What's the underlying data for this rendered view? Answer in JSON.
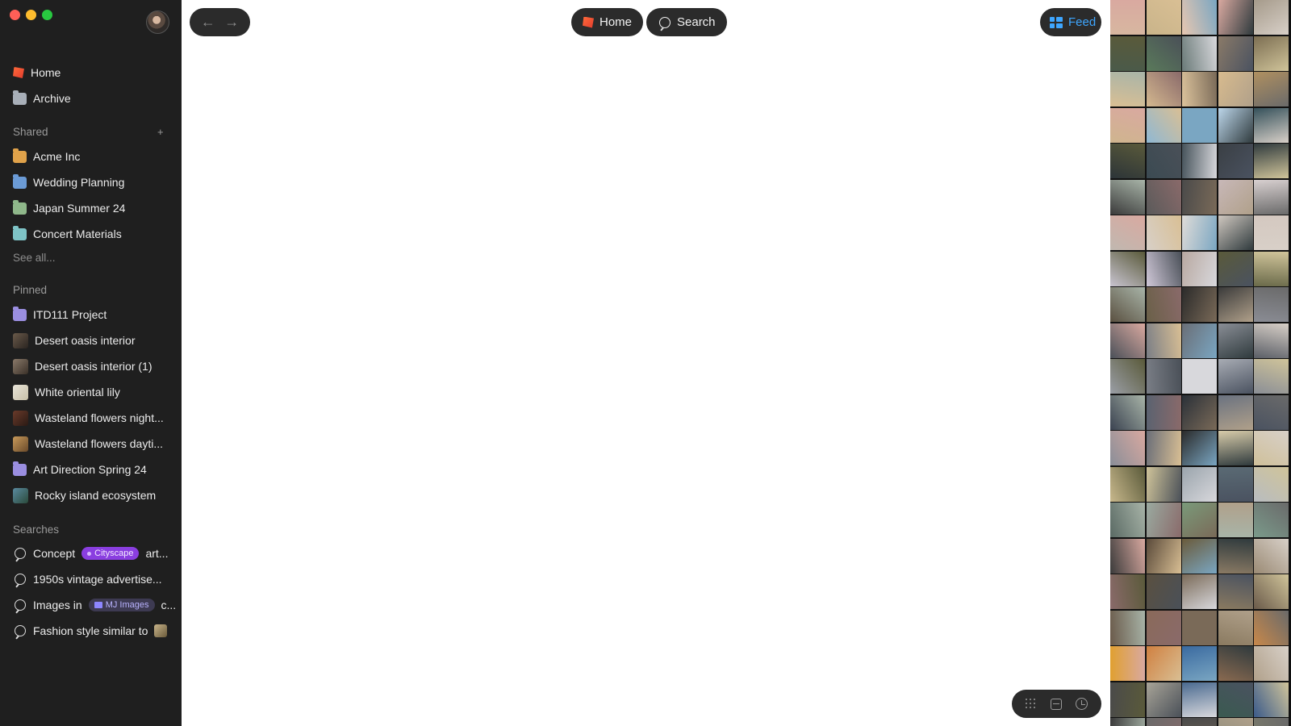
{
  "sidebar": {
    "nav": [
      {
        "label": "Home",
        "icon": "home-icon"
      },
      {
        "label": "Archive",
        "icon": "archive-folder-icon"
      }
    ],
    "shared": {
      "title": "Shared",
      "add_label": "+",
      "items": [
        {
          "label": "Acme Inc",
          "color": "#e0a24a"
        },
        {
          "label": "Wedding Planning",
          "color": "#6b9bd6"
        },
        {
          "label": "Japan Summer 24",
          "color": "#8fb78a"
        },
        {
          "label": "Concert Materials",
          "color": "#7ec3c6"
        }
      ],
      "see_all": "See all..."
    },
    "pinned": {
      "title": "Pinned",
      "items": [
        {
          "label": "ITD111 Project",
          "kind": "folder"
        },
        {
          "label": "Desert oasis interior",
          "kind": "image"
        },
        {
          "label": "Desert oasis interior (1)",
          "kind": "image"
        },
        {
          "label": "White oriental lily",
          "kind": "image"
        },
        {
          "label": "Wasteland flowers night...",
          "kind": "image"
        },
        {
          "label": "Wasteland flowers dayti...",
          "kind": "image"
        },
        {
          "label": "Art Direction Spring 24",
          "kind": "folder"
        },
        {
          "label": "Rocky island ecosystem",
          "kind": "image"
        }
      ]
    },
    "searches": {
      "title": "Searches",
      "items": [
        {
          "prefix": "Concept",
          "tag": "Cityscape",
          "suffix": "art..."
        },
        {
          "prefix": "1950s vintage advertise...",
          "tag": "",
          "suffix": ""
        },
        {
          "prefix": "Images in",
          "tag": "MJ Images",
          "suffix": "c..."
        },
        {
          "prefix": "Fashion style similar to",
          "tag": "",
          "suffix": ""
        }
      ]
    }
  },
  "topbar": {
    "back_icon": "arrow-left-icon",
    "forward_icon": "arrow-right-icon",
    "home_label": "Home",
    "search_label": "Search",
    "feed_label": "Feed"
  },
  "bottom_tools": [
    "grid-icon",
    "scan-icon",
    "history-icon"
  ],
  "colors": {
    "sidebar_bg": "#1f1f1f",
    "accent_blue": "#3ea6ff",
    "tag_purple": "#8a3ee0"
  },
  "feed": {
    "palettes": [
      "#d7b7a0",
      "#c9b48a",
      "#e8c7b0",
      "#d9a9a0",
      "#a59a8a",
      "#4a5a4a",
      "#5a7a5a",
      "#6a7a78",
      "#8a7a68",
      "#7c6e52",
      "#d9bf94",
      "#d4b88f",
      "#dcc39c",
      "#d8bb8e",
      "#b09060",
      "#cfb58e",
      "#8fb8d4",
      "#7aa6c2",
      "#bcd6ea",
      "#34505a",
      "#2c3438",
      "#3b4a52",
      "#45525a",
      "#3a3f44",
      "#2f3a3d",
      "#3a3a3a",
      "#5a5a5a",
      "#4a4a4a",
      "#c8b8b8",
      "#d8d0d0",
      "#c0b8b0",
      "#d8d0c8",
      "#e0dcd8",
      "#d0c8c0",
      "#d4c8c0",
      "#c8c4d0",
      "#d0c8d8",
      "#b8a8a0",
      "#5a5a3a",
      "#6a6a4a",
      "#5a5040",
      "#6a6048",
      "#2a2a2a",
      "#3a3a3a",
      "#8a8c94",
      "#4a5058",
      "#7a7e86",
      "#6a6e76",
      "#8a8e96",
      "#5a5e66",
      "#9a9ea6",
      "#7a7e86",
      "#d8d8dc",
      "#a8acb4",
      "#8a8e96",
      "#3a4250",
      "#5a6270",
      "#2a3038",
      "#6a7280",
      "#4a5260",
      "#8a8e98",
      "#6a6e78",
      "#2a2a2a",
      "#d8ccaa",
      "#cfc09a",
      "#c8b88c",
      "#d0c49a",
      "#9aa4ac",
      "#5a6a74",
      "#b8bcc0",
      "#5a6a64",
      "#9aaaa0",
      "#7a9a7a",
      "#a8b4a8",
      "#7a9a8a",
      "#3a3a3a",
      "#5a4a3a",
      "#6a5a3a",
      "#8a7a64",
      "#9a8a74",
      "#8a6a6a",
      "#5a5040",
      "#7a6a58",
      "#8a7a60",
      "#6a5a4a",
      "#6a5a4a",
      "#8a6a5a",
      "#7a6a58",
      "#8a7a60",
      "#c8884a",
      "#e0a030",
      "#d08040",
      "#3a6aa0",
      "#8a6a50",
      "#b0a08a",
      "#4a4a4a",
      "#a8a498",
      "#4a6a90",
      "#3a5a50",
      "#3a5a8a",
      "#3a3a3a",
      "#6a6a6a",
      "#4a4a4a",
      "#8a8a7a",
      "#7a7a6a"
    ]
  }
}
